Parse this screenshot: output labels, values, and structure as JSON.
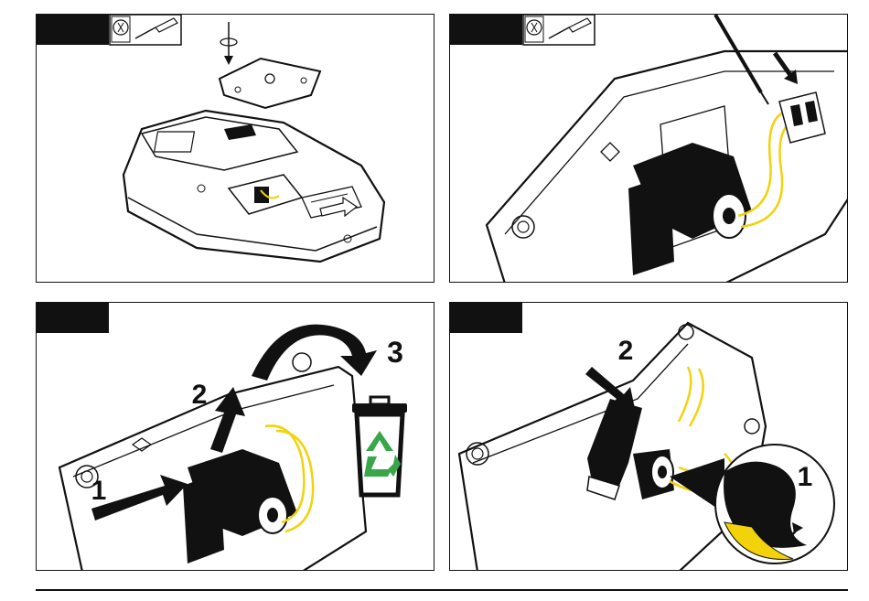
{
  "colors": {
    "ink": "#111111",
    "wire": "#f2d20a",
    "recycle": "#3aa64a",
    "paper": "#ffffff"
  },
  "icons": [
    "screwdriver-icon",
    "trash-bin-icon",
    "recycle-icon"
  ],
  "panel3": {
    "step_push": "1",
    "step_lift": "2",
    "step_dispose": "3"
  },
  "panel4": {
    "step_insert": "2",
    "step_unwrap": "1"
  }
}
